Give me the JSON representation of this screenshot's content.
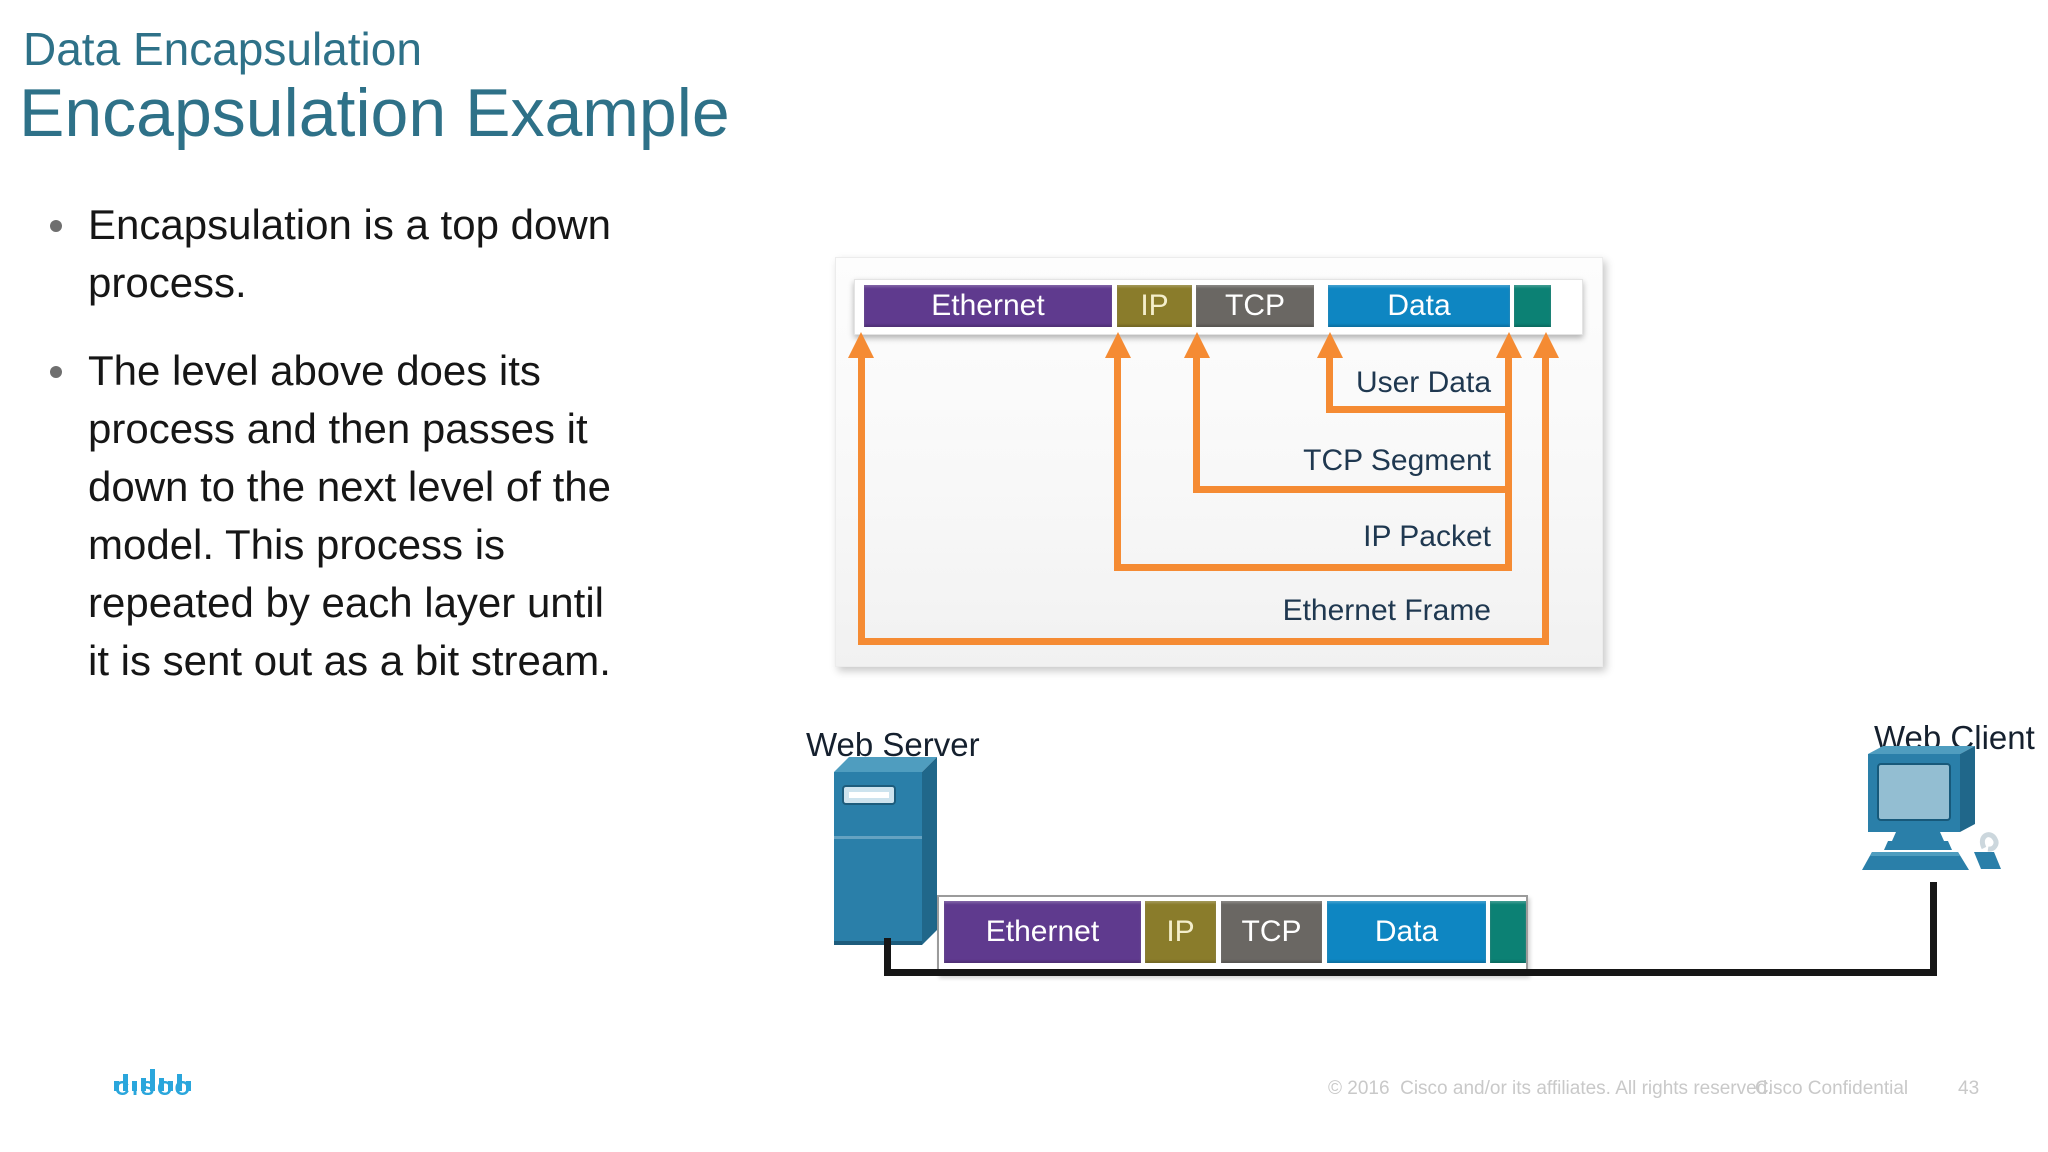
{
  "header": {
    "kicker": "Data Encapsulation",
    "title": "Encapsulation Example"
  },
  "bullets": [
    {
      "text": "Encapsulation is a top down\nprocess."
    },
    {
      "text": "The level above does its\nprocess and then passes it\ndown to the next level of the\nmodel. This process is\nrepeated by each layer until\nit is sent out as a bit stream."
    }
  ],
  "diagram": {
    "bar_segments": [
      {
        "label": "Ethernet",
        "color": "#5f3a8e"
      },
      {
        "label": "IP",
        "color": "#8a7c2b"
      },
      {
        "label": "TCP",
        "color": "#6a6763"
      },
      {
        "label": "Data",
        "color": "#0e86c2"
      },
      {
        "label": "",
        "color": "#0c8174"
      }
    ],
    "pdu_labels": [
      "User Data",
      "TCP Segment",
      "IP Packet",
      "Ethernet Frame"
    ]
  },
  "network": {
    "server_label": "Web Server",
    "client_label": "Web Client",
    "frame_segments": [
      {
        "label": "Ethernet"
      },
      {
        "label": "IP"
      },
      {
        "label": "TCP"
      },
      {
        "label": "Data"
      },
      {
        "label": ""
      }
    ]
  },
  "footer": {
    "logo_text": "CISCO",
    "copyright": "© 2016  Cisco and/or its affiliates. All rights reserved.",
    "confidential": "Cisco Confidential",
    "page_number": "43"
  },
  "colors": {
    "title_teal": "#2e7188",
    "ethernet_purple": "#5f3a8e",
    "ip_olive": "#8a7c2b",
    "tcp_gray": "#6a6763",
    "data_blue": "#0e86c2",
    "trailer_teal": "#0c8174",
    "arrow_orange": "#f58b33",
    "label_navy": "#1f3850",
    "footer_gray": "#c9c9c9",
    "cisco_blue": "#2aa6dc"
  }
}
